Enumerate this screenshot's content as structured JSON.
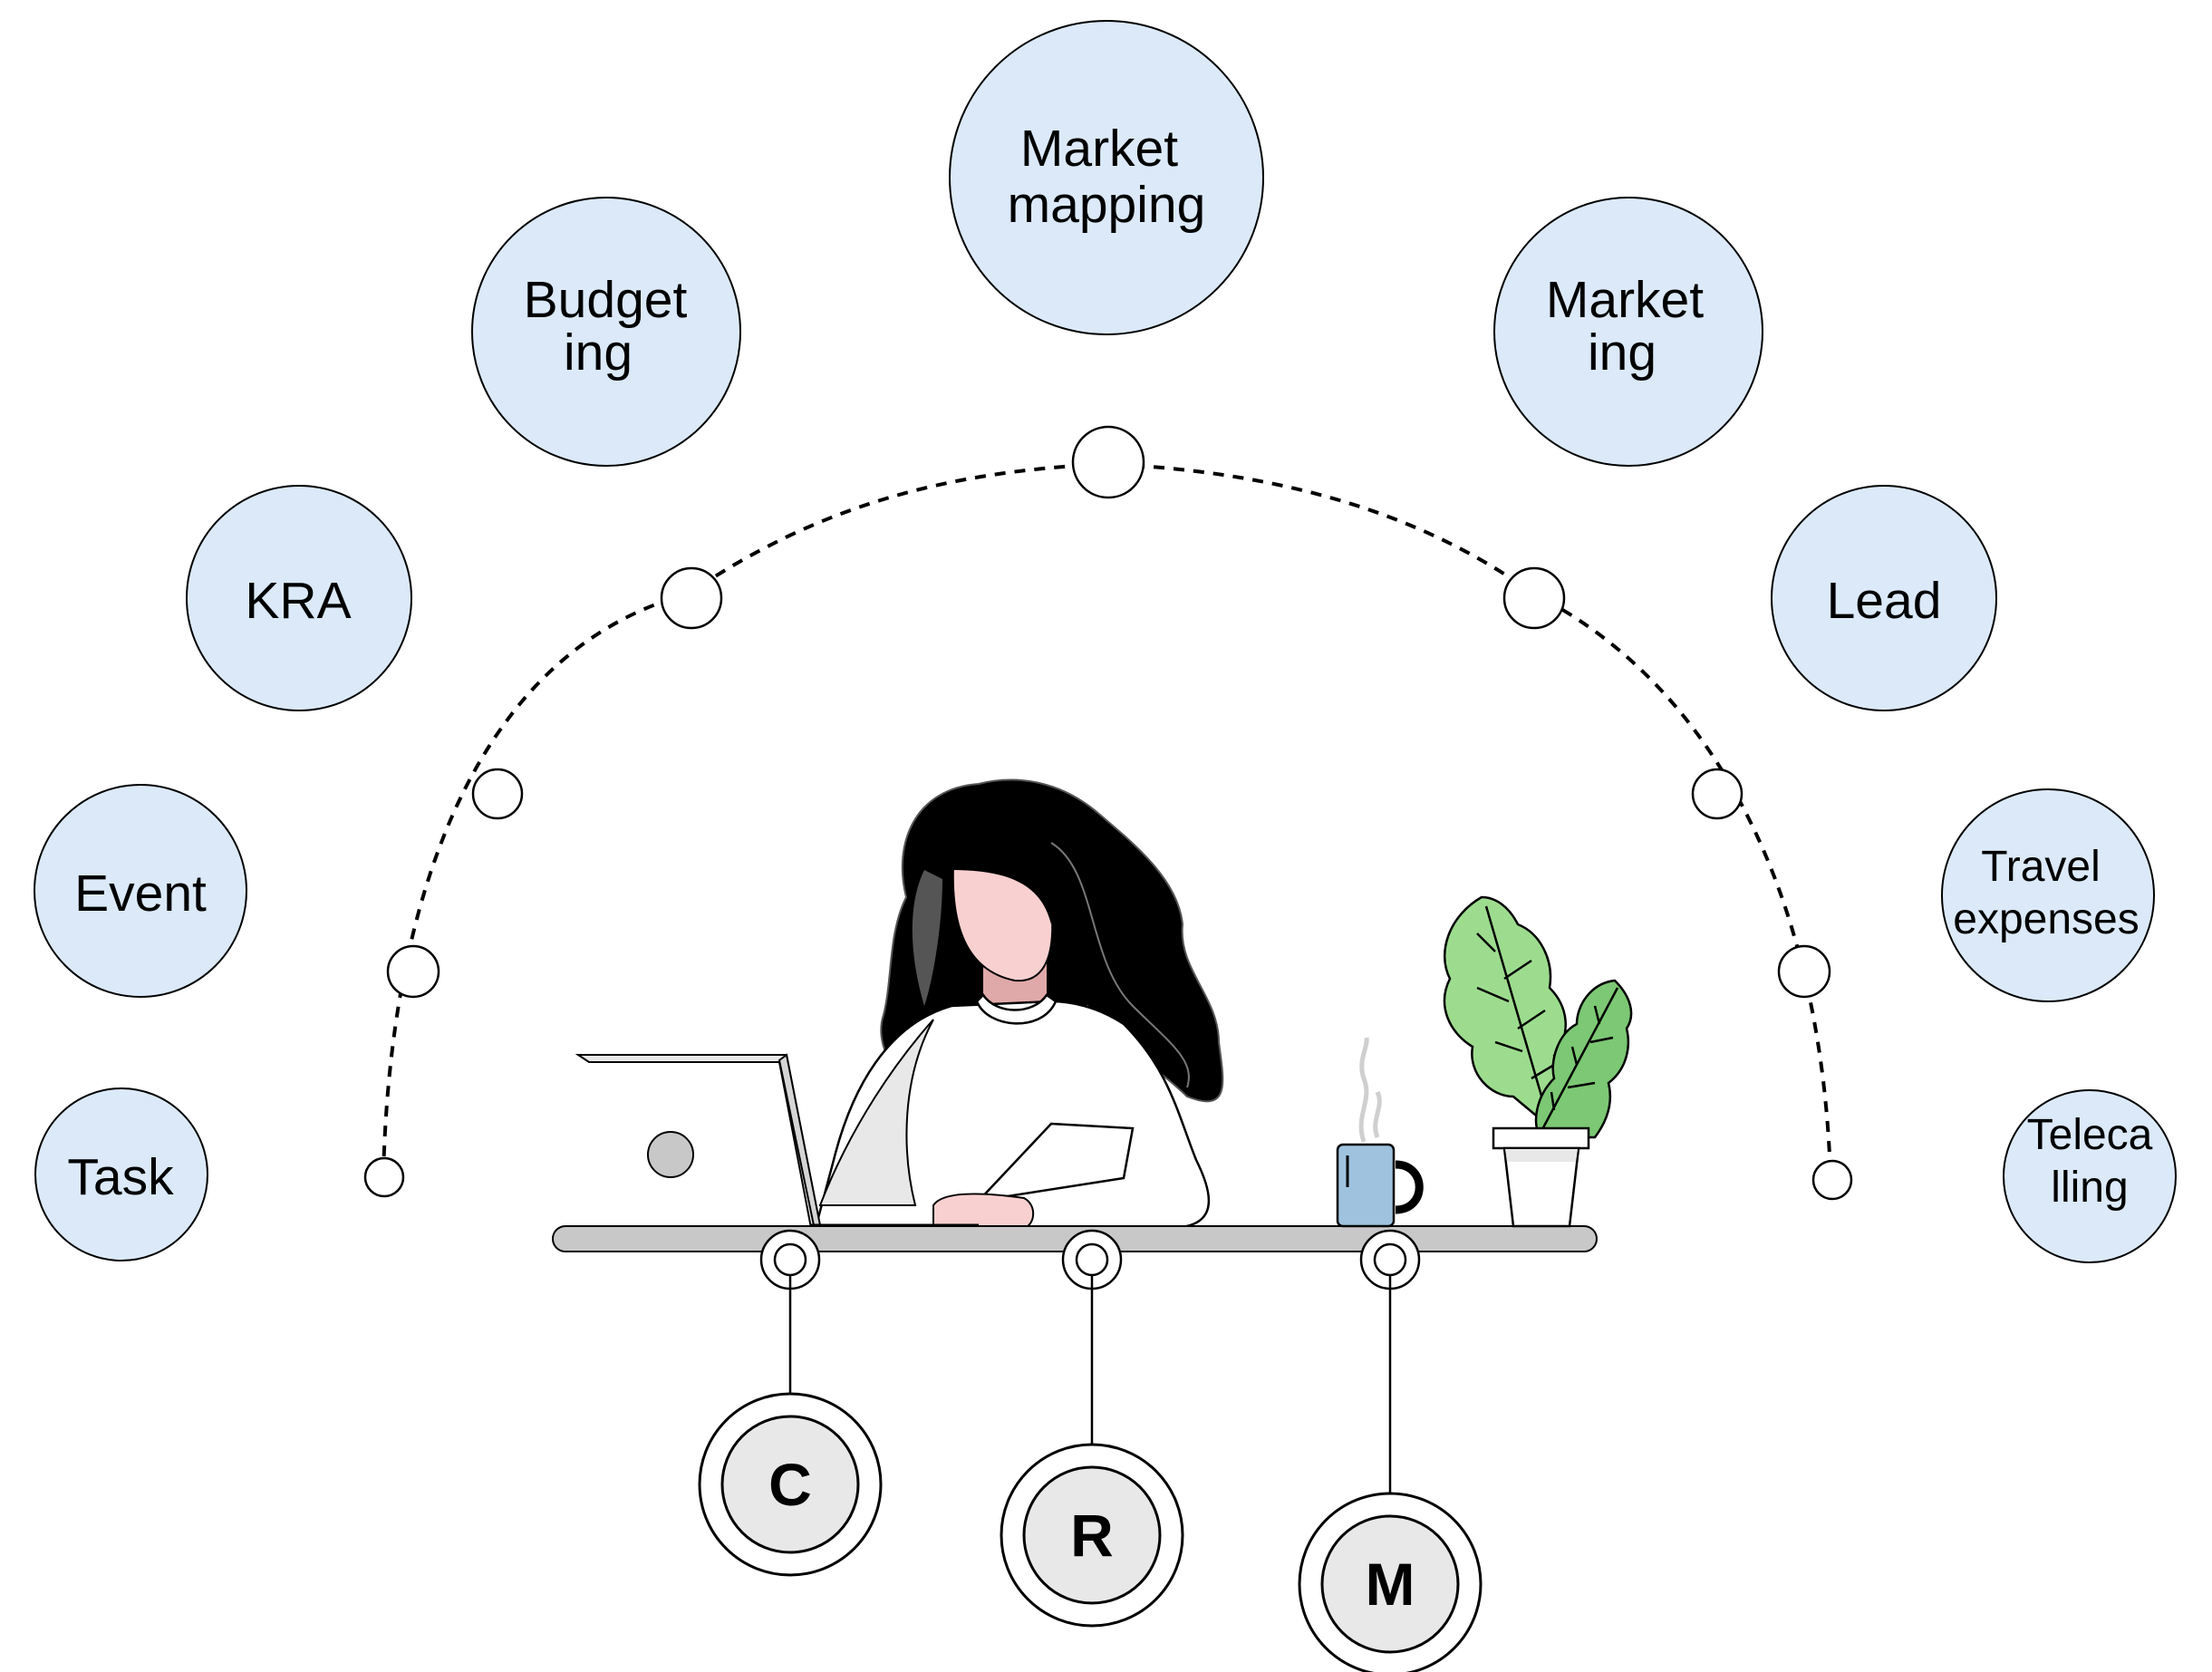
{
  "diagram": {
    "top_bubbles": {
      "market_mapping": [
        "Market",
        "mapping"
      ],
      "budgeting": [
        "Budget",
        "ing"
      ],
      "marketing": [
        "Market",
        "ing"
      ]
    },
    "left_bubbles": {
      "kra": "KRA",
      "event": "Event",
      "task": "Task"
    },
    "right_bubbles": {
      "lead": "Lead",
      "travel_expenses": [
        "Travel",
        "expenses"
      ],
      "telecalling": [
        "Teleca",
        "lling"
      ]
    },
    "crm_letters": [
      "C",
      "R",
      "M"
    ]
  },
  "colors": {
    "bubble_fill": "#dbe9f8",
    "desk": "#c8c8c8",
    "skin": "#f9d0d0",
    "hair": "#000000",
    "plant_light": "#9ddc8f",
    "plant_dark": "#7cc874",
    "mug": "#9fc3df"
  }
}
